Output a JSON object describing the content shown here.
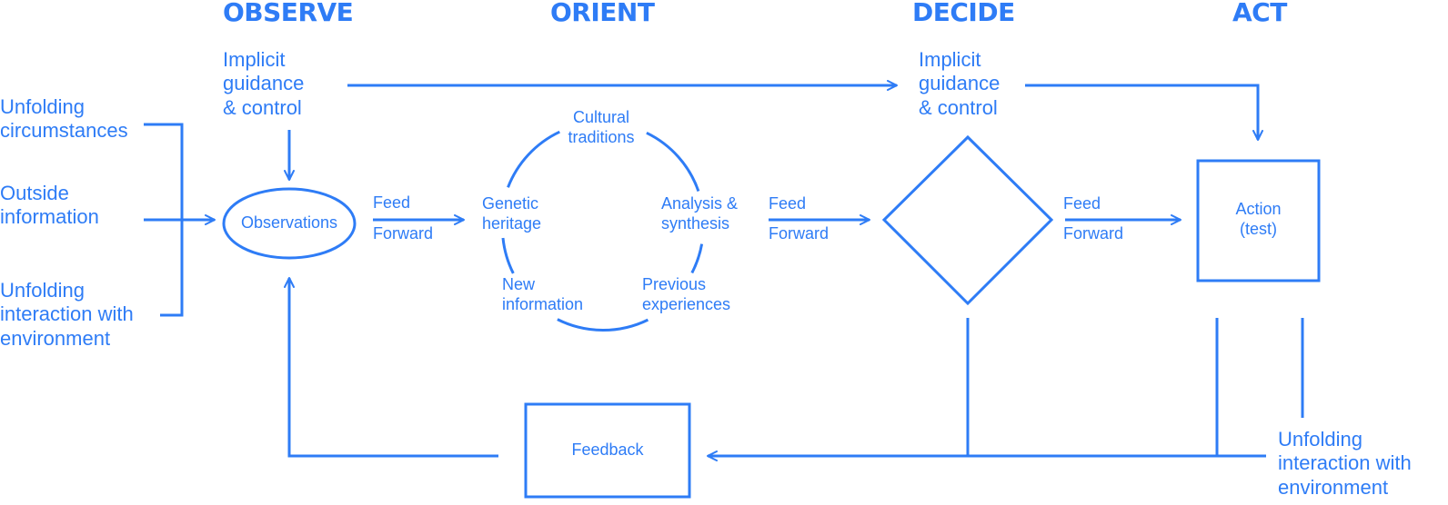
{
  "colors": {
    "stroke": "#2e7cf6",
    "text": "#2e7cf6",
    "background": "#ffffff"
  },
  "headers": {
    "observe": "OBSERVE",
    "orient": "ORIENT",
    "decide": "DECIDE",
    "act": "ACT"
  },
  "inputs": {
    "unfolding_circumstances": "Unfolding\ncircumstances",
    "outside_information": "Outside\ninformation",
    "unfolding_interaction": "Unfolding\ninteraction with\nenvironment"
  },
  "guidance": {
    "observe": "Implicit\nguidance\n& control",
    "decide": "Implicit\nguidance\n& control"
  },
  "nodes": {
    "observations": "Observations",
    "action": "Action\n(test)",
    "feedback": "Feedback"
  },
  "orient_cycle": {
    "cultural_traditions": "Cultural\ntraditions",
    "genetic_heritage": "Genetic\nheritage",
    "analysis_synthesis": "Analysis &\nsynthesis",
    "new_information": "New\ninformation",
    "previous_experiences": "Previous\nexperiences"
  },
  "feed_forward": {
    "feed": "Feed",
    "forward": "Forward"
  },
  "act_output": {
    "unfolding_interaction": "Unfolding\ninteraction with\nenvironment"
  }
}
